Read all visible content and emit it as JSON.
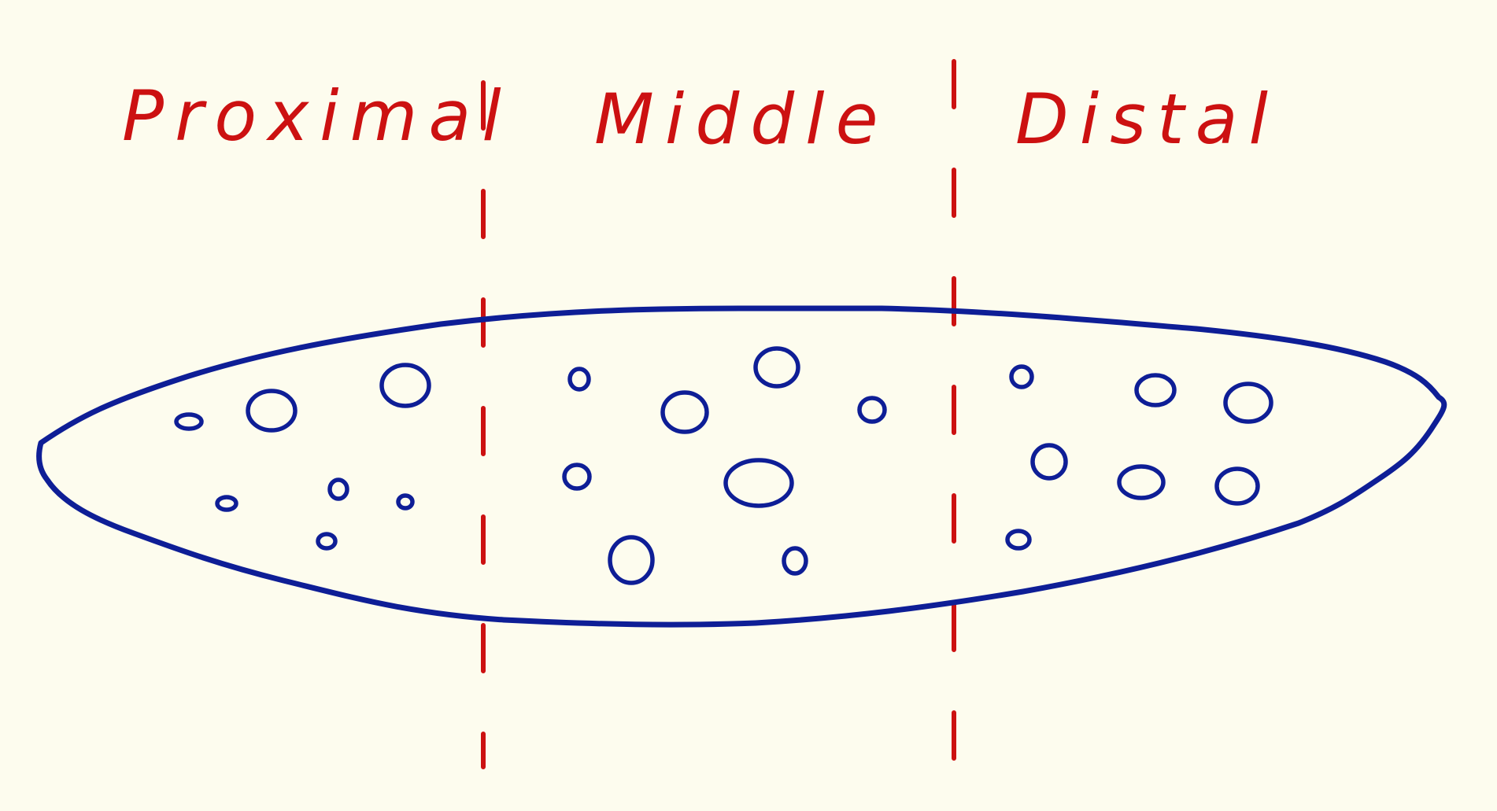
{
  "colors": {
    "background": "#fdfcee",
    "label": "#cc1111",
    "divider": "#cc1111",
    "outline": "#0e1e96"
  },
  "labels": {
    "proximal": "Proximal",
    "middle": "Middle",
    "distal": "Distal"
  },
  "dividers": {
    "count": 2,
    "style": "dashed"
  }
}
